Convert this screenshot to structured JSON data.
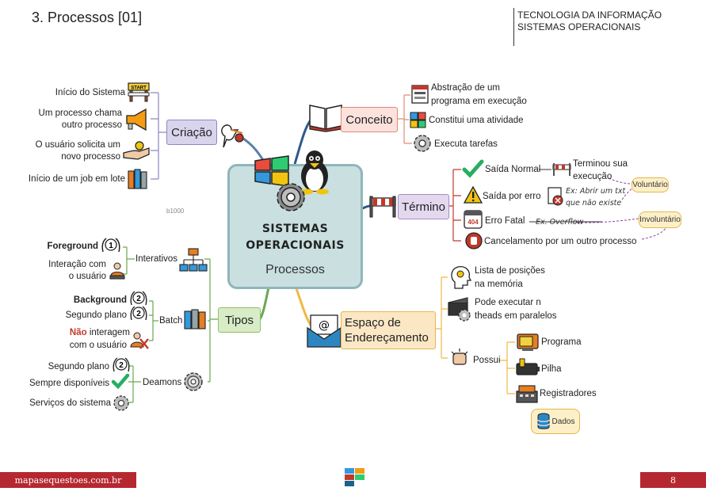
{
  "header": {
    "title": "3. Processos [01]",
    "category_line1": "TECNOLOGIA DA INFORMAÇÃO",
    "category_line2": "SISTEMAS OPERACIONAIS"
  },
  "center": {
    "title_line1": "SISTEMAS",
    "title_line2": "OPERACIONAIS",
    "subtitle": "Processos"
  },
  "watermark": "b1000",
  "criacao": {
    "label": "Criação",
    "items": [
      {
        "line1": "Início do Sistema",
        "line2": ""
      },
      {
        "line1": "Um processo chama",
        "line2": "outro processo"
      },
      {
        "line1": "O usuário solicita um",
        "line2": "novo processo"
      },
      {
        "line1": "Início de um job em lote",
        "line2": ""
      }
    ],
    "start_sign": "START"
  },
  "conceito": {
    "label": "Conceito",
    "items": [
      {
        "line1": "Abstração de um",
        "line2": "programa em execução"
      },
      {
        "line1": "Constitui uma atividade",
        "line2": ""
      },
      {
        "line1": "Executa tarefas",
        "line2": ""
      }
    ]
  },
  "termino": {
    "label": "Término",
    "items": [
      {
        "label": "Saída Normal"
      },
      {
        "label": "Saída por erro"
      },
      {
        "label": "Erro Fatal"
      },
      {
        "label": "Cancelamento por um outro processo"
      }
    ],
    "normal_note_line1": "Terminou sua",
    "normal_note_line2": "execução",
    "erro_note_line1": "Ex: Abrir um txt",
    "erro_note_line2": "que não existe",
    "fatal_note": "Ex. Overflow",
    "voluntario": "Voluntário",
    "involuntario": "Involuntário",
    "fatal_icon_text": "404"
  },
  "tipos": {
    "label": "Tipos",
    "interativos": {
      "label": "Interativos",
      "items": [
        {
          "line1": "Foreground",
          "line2": "",
          "bold": true,
          "badge": "1"
        },
        {
          "line1": "Interação com",
          "line2": "o usuário"
        }
      ]
    },
    "batch": {
      "label": "Batch",
      "items": [
        {
          "line1": "Background",
          "bold": true,
          "badge": "2"
        },
        {
          "line1": "Segundo plano",
          "badge": "2"
        },
        {
          "line1_bold": "Não",
          "line1": " interagem",
          "line2": "com o usuário"
        }
      ]
    },
    "deamons": {
      "label": "Deamons",
      "items": [
        {
          "line1": "Segundo plano",
          "badge": "2"
        },
        {
          "line1": "Sempre disponíveis"
        },
        {
          "line1": "Serviços do sistema"
        }
      ]
    }
  },
  "espaco": {
    "label_line1": "Espaço de",
    "label_line2": "Endereçamento",
    "items": [
      {
        "line1": "Lista de posições",
        "line2": "na memória"
      },
      {
        "line1": "Pode executar n",
        "line2": "theads em paralelos"
      }
    ],
    "possui": {
      "label": "Possui",
      "items": [
        "Programa",
        "Pilha",
        "Registradores"
      ],
      "note": "Dados"
    }
  },
  "footer": {
    "site": "mapasequestoes.com.br",
    "page": "8"
  },
  "colors": {
    "criacao_bg": "#d9d4ec",
    "criacao_border": "#8f86c1",
    "conceito_bg": "#fbe2dc",
    "conceito_border": "#e08b79",
    "termino_bg": "#e4d8ee",
    "termino_border": "#a88cc6",
    "tipos_bg": "#d8ecc7",
    "tipos_border": "#8fc06b",
    "espaco_bg": "#fbe7c4",
    "espaco_border": "#e2b84d",
    "footer_red": "#b62830"
  }
}
